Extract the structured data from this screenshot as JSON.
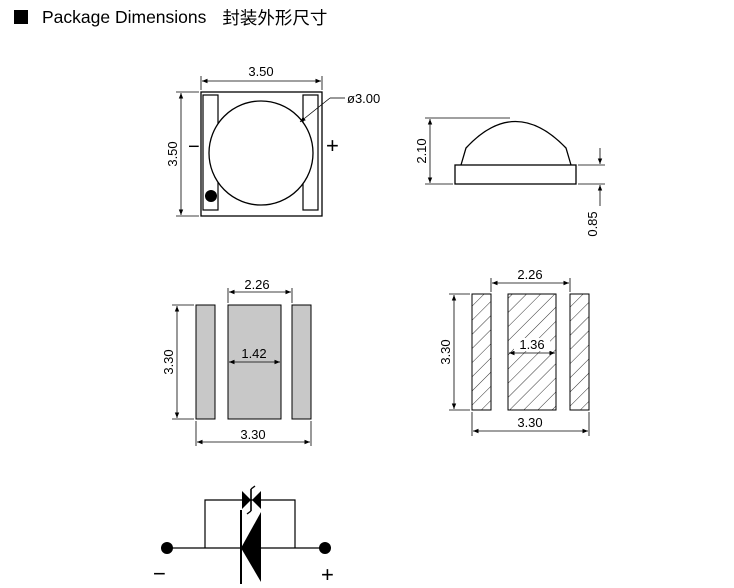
{
  "header": {
    "icon": "square-bullet-icon",
    "title": "Package Dimensions",
    "title_cn": "封装外形尺寸"
  },
  "top_view": {
    "width": "3.50",
    "height": "3.50",
    "lens_diameter": "ø3.00",
    "minus": "−",
    "plus": "+"
  },
  "side_view": {
    "total_height": "2.10",
    "base_height": "0.85"
  },
  "pad_layout": {
    "center_width": "2.26",
    "pad_width": "1.42",
    "height": "3.30",
    "overall_width": "3.30",
    "pad_color": "#c8c8c8"
  },
  "footprint": {
    "center_width": "2.26",
    "pad_width": "1.36",
    "height": "3.30",
    "overall_width": "3.30"
  },
  "schematic": {
    "minus": "−",
    "plus": "+"
  }
}
